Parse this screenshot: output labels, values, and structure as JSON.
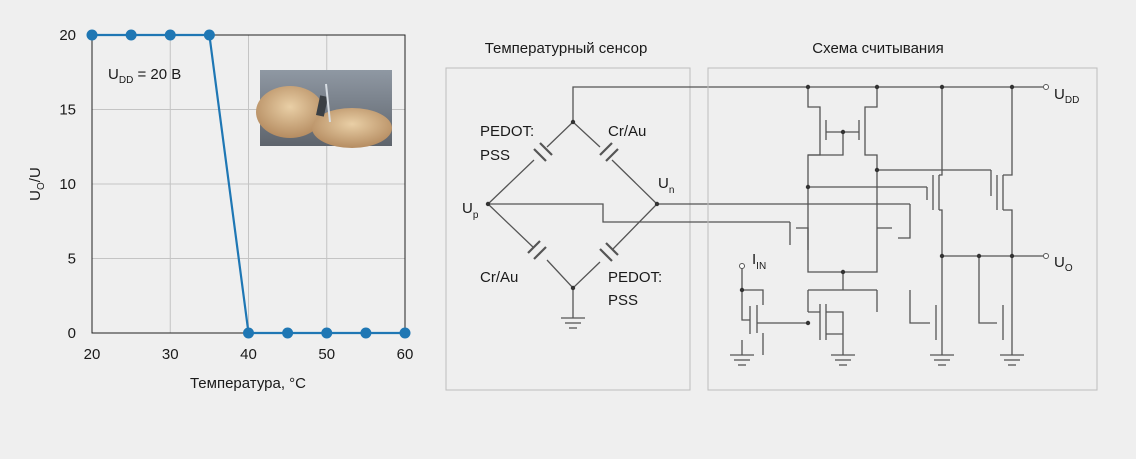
{
  "chart_data": {
    "type": "line",
    "x": [
      20,
      25,
      30,
      35,
      40,
      45,
      50,
      55,
      60
    ],
    "series": [
      {
        "values": [
          20,
          20,
          20,
          20,
          0,
          0,
          0,
          0,
          0
        ]
      }
    ],
    "xlim": [
      20,
      60
    ],
    "ylim": [
      0,
      20
    ],
    "x_ticks": [
      20,
      30,
      40,
      50,
      60
    ],
    "y_ticks": [
      0,
      5,
      10,
      15,
      20
    ],
    "xlabel": "Температура, °C",
    "ylabel_main": "U",
    "ylabel_sub": "O",
    "ylabel_tail": "/U",
    "annotation": {
      "main": "U",
      "sub": "DD",
      "tail": " = 20 В"
    },
    "grid": true,
    "line_color": "#1f77b4"
  },
  "diagram": {
    "sensor_title": "Температурный сенсор",
    "readout_title": "Схема считывания",
    "pedot_1a": "PEDOT:",
    "pedot_1b": "PSS",
    "pedot_2a": "PEDOT:",
    "pedot_2b": "PSS",
    "crau_1": "Cr/Au",
    "crau_2": "Cr/Au",
    "node_p": {
      "main": "U",
      "sub": "p"
    },
    "node_n": {
      "main": "U",
      "sub": "n"
    },
    "udd": {
      "main": "U",
      "sub": "DD"
    },
    "uo": {
      "main": "U",
      "sub": "O"
    },
    "iin": {
      "main": "I",
      "sub": "IN"
    }
  }
}
